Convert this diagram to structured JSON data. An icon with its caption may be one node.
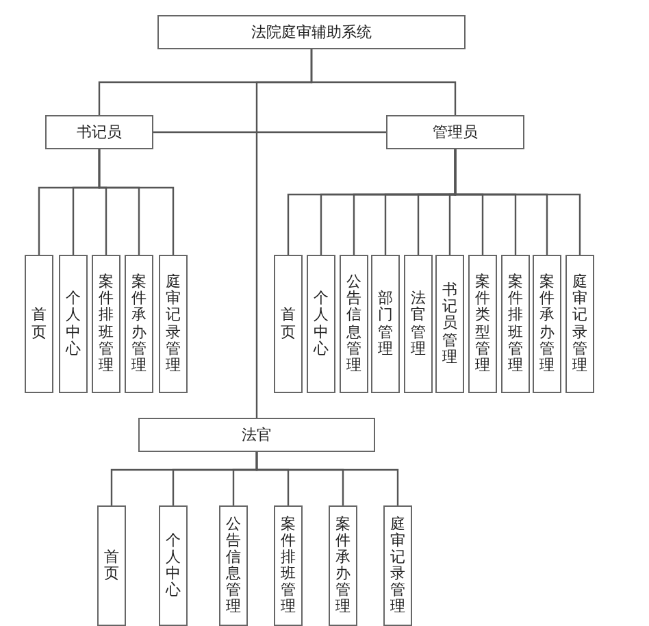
{
  "diagram": {
    "nodes": [
      {
        "text": [
          "法院庭审辅助系统"
        ]
      },
      {
        "text": [
          "书记员"
        ]
      },
      {
        "text": [
          "管理员"
        ]
      },
      {
        "text": [
          "首页"
        ]
      },
      {
        "text": [
          "个人中心"
        ]
      },
      {
        "text": [
          "案件排班管理"
        ]
      },
      {
        "text": [
          "案件承办管理"
        ]
      },
      {
        "text": [
          "庭审记录管理"
        ]
      },
      {
        "text": [
          "首页"
        ]
      },
      {
        "text": [
          "个人中心"
        ]
      },
      {
        "text": [
          "公告信息管理"
        ]
      },
      {
        "text": [
          "部门管理"
        ]
      },
      {
        "text": [
          "法官管理"
        ]
      },
      {
        "text": [
          "书记员管理"
        ]
      },
      {
        "text": [
          "案件类型管理"
        ]
      },
      {
        "text": [
          "案件排班管理"
        ]
      },
      {
        "text": [
          "案件承办管理"
        ]
      },
      {
        "text": [
          "庭审记录管理"
        ]
      },
      {
        "text": [
          "法官"
        ]
      },
      {
        "text": [
          "首页"
        ]
      },
      {
        "text": [
          "个人中心"
        ]
      },
      {
        "text": [
          "公告信息管理"
        ]
      },
      {
        "text": [
          "案件排班管理"
        ]
      },
      {
        "text": [
          "案件承办管理"
        ]
      },
      {
        "text": [
          "庭审记录管理"
        ]
      }
    ],
    "edges": [
      {
        "from": 0,
        "to": 1,
        "arrow": "none"
      },
      {
        "from": 0,
        "to": 2,
        "arrow": "none"
      },
      {
        "from": 0,
        "to": 18,
        "arrow": "none"
      },
      {
        "from": 1,
        "to": 2,
        "arrow": "none"
      },
      {
        "from": 1,
        "to": 3,
        "arrow": "none"
      },
      {
        "from": 1,
        "to": 4,
        "arrow": "none"
      },
      {
        "from": 1,
        "to": 5,
        "arrow": "none"
      },
      {
        "from": 1,
        "to": 6,
        "arrow": "none"
      },
      {
        "from": 1,
        "to": 7,
        "arrow": "none"
      },
      {
        "from": 2,
        "to": 8,
        "arrow": "none"
      },
      {
        "from": 2,
        "to": 9,
        "arrow": "none"
      },
      {
        "from": 2,
        "to": 10,
        "arrow": "none"
      },
      {
        "from": 2,
        "to": 11,
        "arrow": "none"
      },
      {
        "from": 2,
        "to": 12,
        "arrow": "none"
      },
      {
        "from": 2,
        "to": 13,
        "arrow": "none"
      },
      {
        "from": 2,
        "to": 14,
        "arrow": "none"
      },
      {
        "from": 2,
        "to": 15,
        "arrow": "none"
      },
      {
        "from": 2,
        "to": 16,
        "arrow": "none"
      },
      {
        "from": 2,
        "to": 17,
        "arrow": "none"
      },
      {
        "from": 18,
        "to": 19,
        "arrow": "none"
      },
      {
        "from": 18,
        "to": 20,
        "arrow": "none"
      },
      {
        "from": 18,
        "to": 21,
        "arrow": "none"
      },
      {
        "from": 18,
        "to": 22,
        "arrow": "none"
      },
      {
        "from": 18,
        "to": 23,
        "arrow": "none"
      },
      {
        "from": 18,
        "to": 24,
        "arrow": "none"
      }
    ]
  }
}
